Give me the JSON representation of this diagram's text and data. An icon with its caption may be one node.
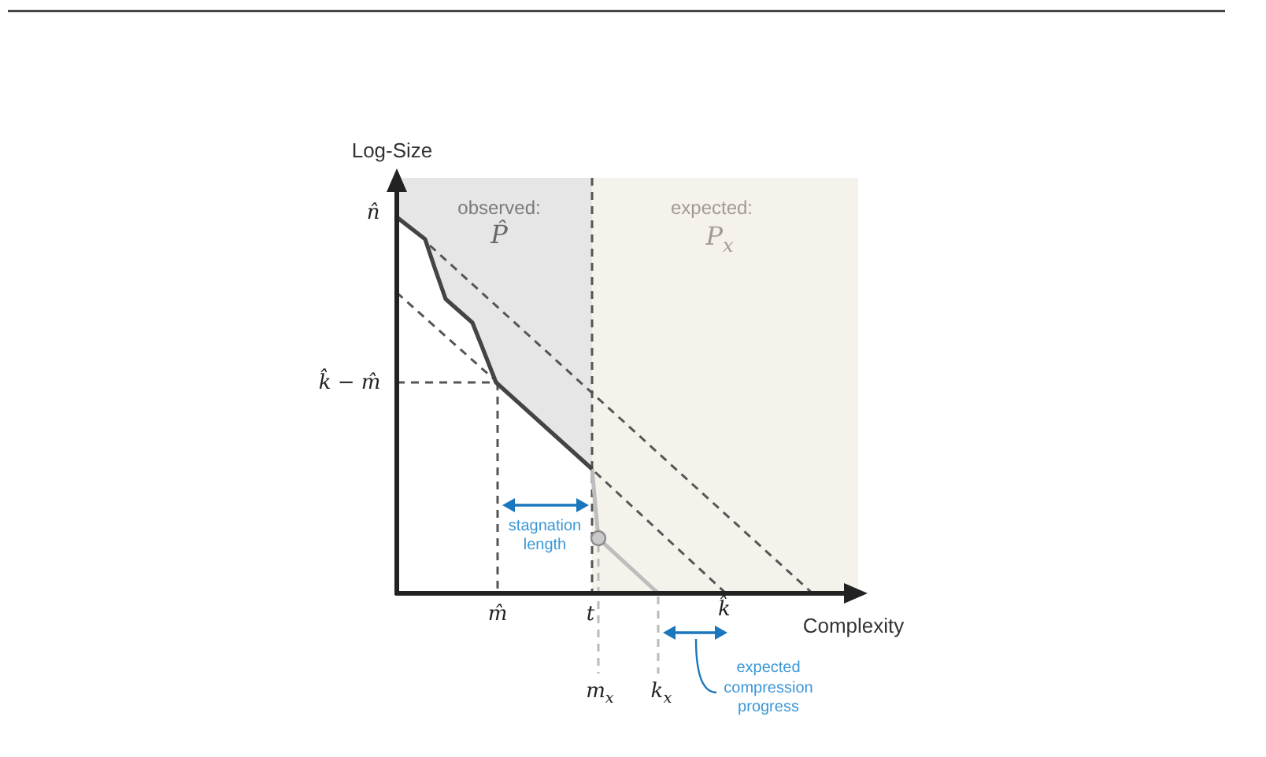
{
  "diagram": {
    "nodes": [
      {
        "text": [
          "expected compression progress"
        ]
      },
      {
        "text": [],
        "shape": "arrow"
      }
    ],
    "edges": [
      {
        "from": 0,
        "to": 1,
        "arrow": "none"
      }
    ],
    "labels": [
      "Log-Size",
      "n̂",
      "observed:",
      "P̂",
      "expected:",
      "P$_{x}$",
      "k̂ − m̂",
      "stagnation length",
      "m̂",
      "t",
      "k̂",
      "Complexity",
      "m$_{x}$",
      "k$_{x}$"
    ]
  }
}
